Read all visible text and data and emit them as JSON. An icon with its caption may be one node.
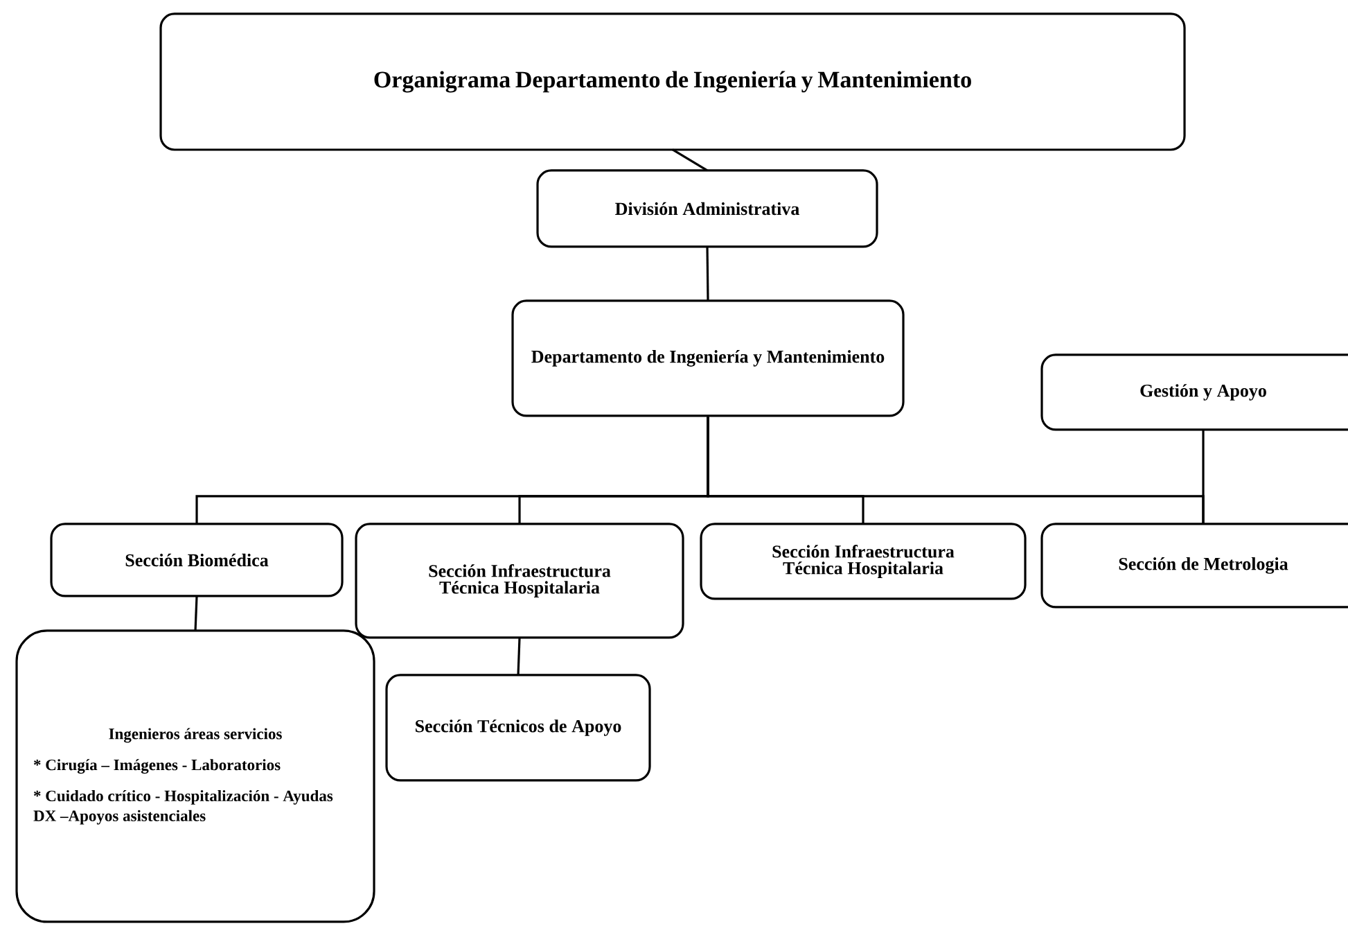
{
  "diagram": {
    "nodes": [
      {
        "text": [
          "Organigrama Departamento de Ingeniería y Mantenimiento"
        ]
      },
      {
        "text": [
          "División Administrativa"
        ]
      },
      {
        "text": [
          "Departamento de Ingeniería y Mantenimiento"
        ]
      },
      {
        "text": [
          "Gestión y Apoyo"
        ]
      },
      {
        "text": [
          "Sección Biomédica"
        ]
      },
      {
        "text": [
          "Sección Infraestructura Técnica Hospitalaria"
        ]
      },
      {
        "text": [
          "Sección Infraestructura Técnica Hospitalaria"
        ]
      },
      {
        "text": [
          "Sección de Metrologia"
        ]
      },
      {
        "text": [
          "Ingenieros áreas servicios",
          "* Cirugía – Imágenes - Laboratorios",
          "* Cuidado crítico - Hospitalización - Ayudas DX –Apoyos asistenciales"
        ]
      },
      {
        "text": [
          "Sección Técnicos de Apoyo"
        ]
      }
    ],
    "edges": [
      {
        "from": 0,
        "to": 1,
        "arrow": "none"
      },
      {
        "from": 1,
        "to": 2,
        "arrow": "none"
      },
      {
        "from": 2,
        "to": 4,
        "arrow": "none"
      },
      {
        "from": 2,
        "to": 5,
        "arrow": "none"
      },
      {
        "from": 2,
        "to": 6,
        "arrow": "none"
      },
      {
        "from": 2,
        "to": 7,
        "arrow": "none"
      },
      {
        "from": 3,
        "to": 7,
        "arrow": "none"
      },
      {
        "from": 4,
        "to": 8,
        "arrow": "none"
      },
      {
        "from": 5,
        "to": 9,
        "arrow": "none"
      }
    ]
  }
}
